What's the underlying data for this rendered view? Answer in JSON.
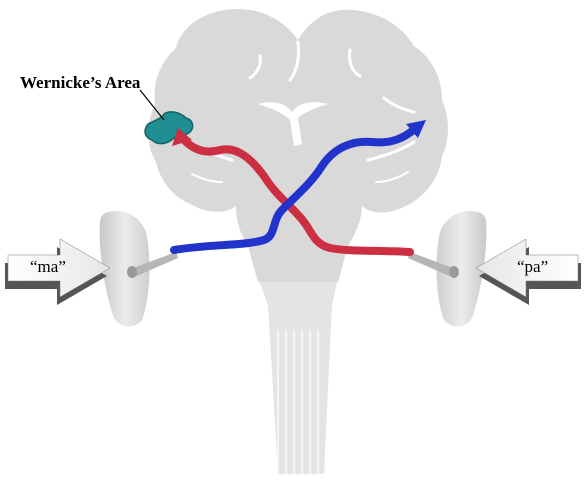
{
  "annotation": {
    "area_label": "Wernicke’s Area"
  },
  "sounds": {
    "left": "“ma”",
    "right": "“pa”"
  },
  "colors": {
    "brain": "#d8d8d8",
    "brain_dark": "#c9c9c9",
    "brainstem": "#e6e6e6",
    "ventricle": "#ffffff",
    "ear": "#d5d5d5",
    "left_pathway": "#2233cc",
    "right_pathway": "#cc2e42",
    "wernicke": "#1f8f93",
    "arrow_fill": "#ffffff",
    "arrow_shadow": "#555555"
  }
}
